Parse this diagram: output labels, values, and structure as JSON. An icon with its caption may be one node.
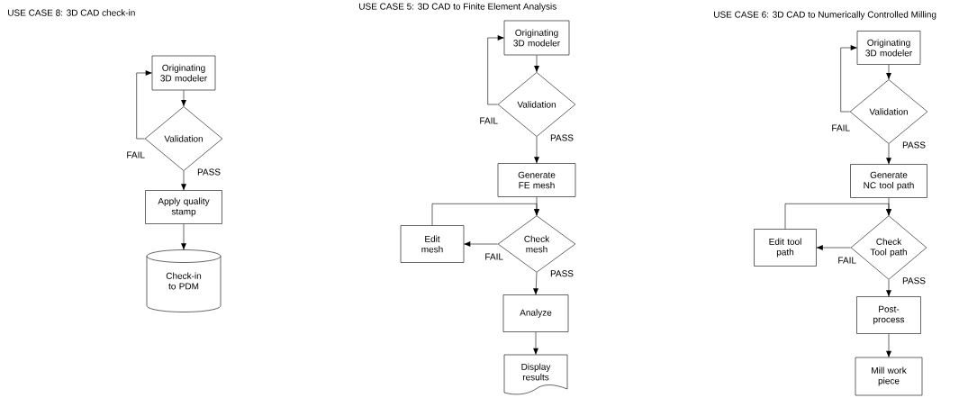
{
  "diagram": {
    "nodes": [
      {
        "text": [
          "Originating 3D modeler"
        ]
      },
      {
        "text": [
          "Validation"
        ]
      },
      {
        "text": [
          "Apply quality stamp"
        ]
      },
      {
        "text": [
          "Check-in to PDM"
        ]
      },
      {
        "text": [
          "Originating 3D modeler"
        ]
      },
      {
        "text": [
          "Validation"
        ]
      },
      {
        "text": [
          "Generate FE mesh"
        ]
      },
      {
        "text": [
          "Edit mesh"
        ]
      },
      {
        "text": [
          "Check mesh"
        ]
      },
      {
        "text": [
          "Analyze"
        ]
      },
      {
        "text": [
          "Display results"
        ]
      },
      {
        "text": [
          "Originating 3D modeler"
        ]
      },
      {
        "text": [
          "Validation"
        ]
      },
      {
        "text": [
          "Generate NC tool path"
        ]
      },
      {
        "text": [
          "Edit tool path"
        ]
      },
      {
        "text": [
          "Check Tool path"
        ]
      },
      {
        "text": [
          "Post-process"
        ]
      },
      {
        "text": [
          "Mill work piece"
        ]
      }
    ],
    "edges": [
      {
        "from": 0,
        "to": 1,
        "arrow": "to"
      },
      {
        "from": 1,
        "to": 0,
        "arrow": "to",
        "label": "FAIL"
      },
      {
        "from": 1,
        "to": 2,
        "arrow": "to",
        "label": "PASS"
      },
      {
        "from": 2,
        "to": 3,
        "arrow": "to"
      },
      {
        "from": 4,
        "to": 5,
        "arrow": "to"
      },
      {
        "from": 5,
        "to": 4,
        "arrow": "to",
        "label": "FAIL"
      },
      {
        "from": 5,
        "to": 6,
        "arrow": "to",
        "label": "PASS"
      },
      {
        "from": 6,
        "to": 8,
        "arrow": "to"
      },
      {
        "from": 8,
        "to": 7,
        "arrow": "to",
        "label": "FAIL"
      },
      {
        "from": 7,
        "to": 8,
        "arrow": "to"
      },
      {
        "from": 8,
        "to": 9,
        "arrow": "to",
        "label": "PASS"
      },
      {
        "from": 9,
        "to": 10,
        "arrow": "to"
      },
      {
        "from": 11,
        "to": 12,
        "arrow": "to"
      },
      {
        "from": 12,
        "to": 11,
        "arrow": "to",
        "label": "FAIL"
      },
      {
        "from": 12,
        "to": 13,
        "arrow": "to",
        "label": "PASS"
      },
      {
        "from": 13,
        "to": 15,
        "arrow": "to"
      },
      {
        "from": 15,
        "to": 14,
        "arrow": "to",
        "label": "FAIL"
      },
      {
        "from": 14,
        "to": 15,
        "arrow": "to"
      },
      {
        "from": 15,
        "to": 16,
        "arrow": "to",
        "label": "PASS"
      },
      {
        "from": 16,
        "to": 17,
        "arrow": "to"
      }
    ],
    "labels": [
      "USE CASE 8: 3D CAD check-in",
      "USE CASE 5: 3D CAD to Finite Element Analysis",
      "USE CASE 6: 3D CAD to Numerically Controlled Milling"
    ]
  }
}
